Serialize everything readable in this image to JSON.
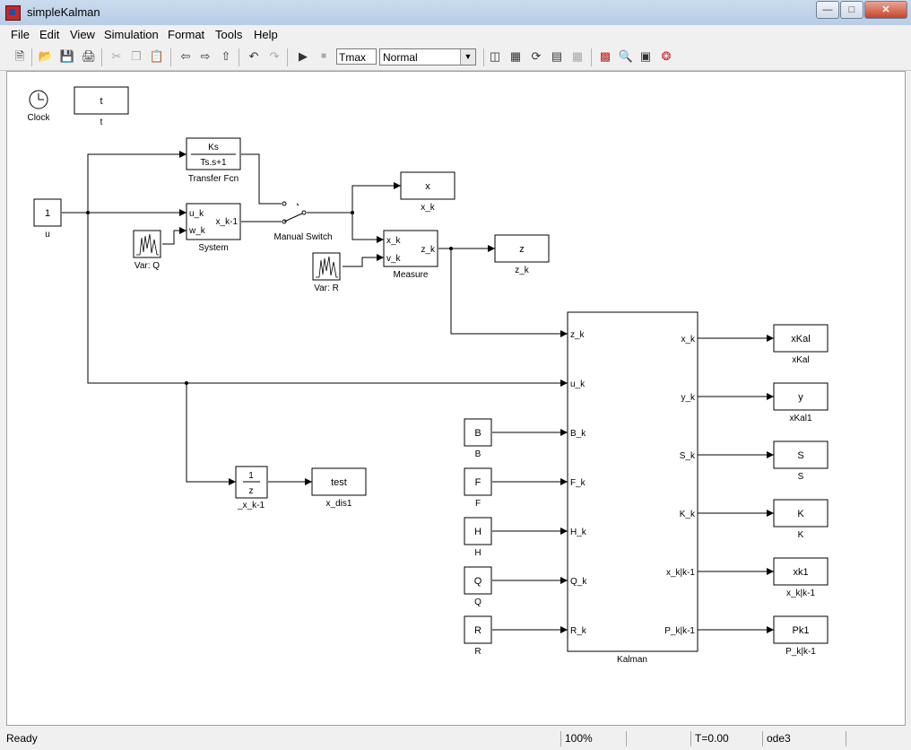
{
  "window": {
    "title": "simpleKalman"
  },
  "menu": [
    "File",
    "Edit",
    "View",
    "Simulation",
    "Format",
    "Tools",
    "Help"
  ],
  "toolbar": {
    "stop_time": "Tmax",
    "mode": "Normal"
  },
  "blocks": {
    "clock": "Clock",
    "t_content": "t",
    "t_label": "t",
    "tf_num": "Ks",
    "tf_den": "Ts.s+1",
    "tf_label": "Transfer Fcn",
    "x_content": "x",
    "x_label": "x_k",
    "u_content": "1",
    "u_label": "u",
    "system_in1": "u_k",
    "system_in2": "w_k",
    "system_out": "x_k-1",
    "system_label": "System",
    "switch_label": "Manual Switch",
    "varq_label": "Var: Q",
    "varr_label": "Var: R",
    "measure_in1": "x_k",
    "measure_in2": "v_k",
    "measure_out": "z_k",
    "measure_label": "Measure",
    "z_content": "z",
    "z_label": "z_k",
    "delay_num": "1",
    "delay_den": "z",
    "delay_label": "_x_k-1",
    "test_content": "test",
    "test_label": "x_dis1",
    "kalman_label": "Kalman",
    "kalman_inputs": [
      "z_k",
      "u_k",
      "B_k",
      "F_k",
      "H_k",
      "Q_k",
      "R_k"
    ],
    "kalman_outputs": [
      "x_k",
      "y_k",
      "S_k",
      "K_k",
      "x_k|k-1",
      "P_k|k-1"
    ],
    "const_blocks": [
      {
        "content": "B",
        "label": "B"
      },
      {
        "content": "F",
        "label": "F"
      },
      {
        "content": "H",
        "label": "H"
      },
      {
        "content": "Q",
        "label": "Q"
      },
      {
        "content": "R",
        "label": "R"
      }
    ],
    "out_blocks": [
      {
        "content": "xKal",
        "label": "xKal"
      },
      {
        "content": "y",
        "label": "xKal1"
      },
      {
        "content": "S",
        "label": "S"
      },
      {
        "content": "K",
        "label": "K"
      },
      {
        "content": "xk1",
        "label": "x_k|k-1"
      },
      {
        "content": "Pk1",
        "label": "P_k|k-1"
      }
    ]
  },
  "status": {
    "text": "Ready",
    "zoom": "100%",
    "time": "T=0.00",
    "solver": "ode3"
  }
}
